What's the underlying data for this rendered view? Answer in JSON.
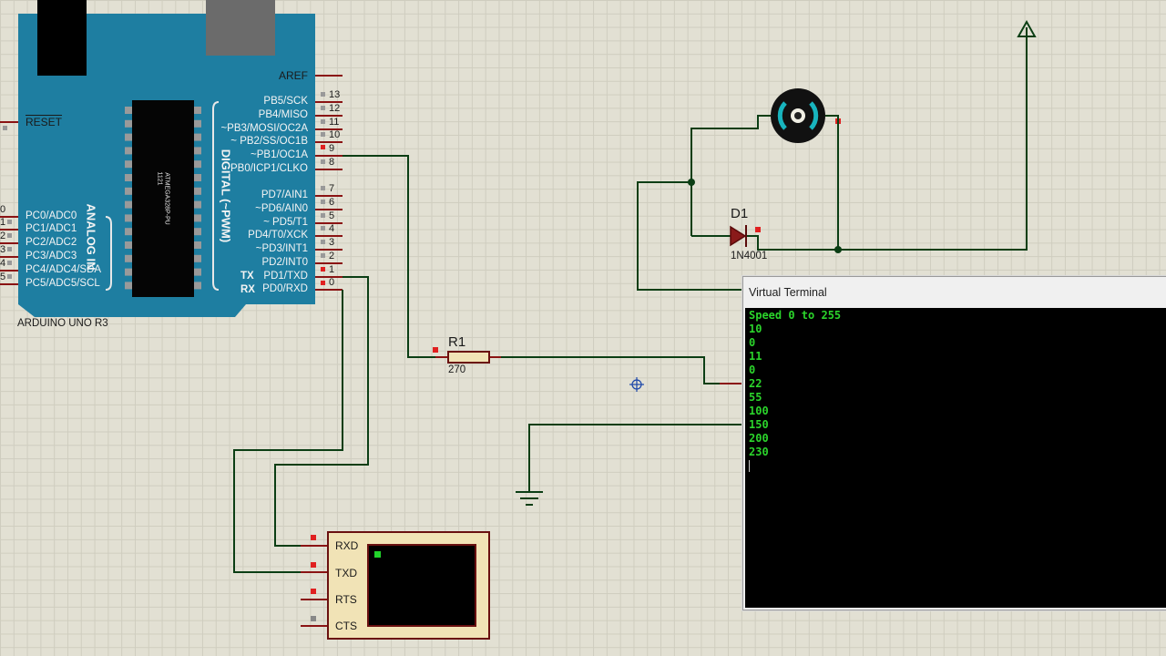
{
  "arduino": {
    "name": "ARDUINO UNO R3",
    "chip": "ATMEGA328P-PU",
    "chip_code": "1121",
    "analog_title": "ANALOG IN",
    "digital_title": "DIGITAL (~PWM)",
    "reset": "RESET",
    "aref": "AREF",
    "right_pins": [
      {
        "label": "PB5/SCK",
        "num": "13"
      },
      {
        "label": "PB4/MISO",
        "num": "12"
      },
      {
        "label": "~PB3/MOSI/OC2A",
        "num": "11"
      },
      {
        "label": "~ PB2/SS/OC1B",
        "num": "10"
      },
      {
        "label": "~PB1/OC1A",
        "num": "9"
      },
      {
        "label": "PB0/ICP1/CLKO",
        "num": "8"
      },
      {
        "label": "PD7/AIN1",
        "num": "7"
      },
      {
        "label": "~PD6/AIN0",
        "num": "6"
      },
      {
        "label": "~ PD5/T1",
        "num": "5"
      },
      {
        "label": "PD4/T0/XCK",
        "num": "4"
      },
      {
        "label": "~PD3/INT1",
        "num": "3"
      },
      {
        "label": "PD2/INT0",
        "num": "2"
      },
      {
        "label": "PD1/TXD",
        "num": "1"
      },
      {
        "label": "PD0/RXD",
        "num": "0"
      }
    ],
    "tx": "TX",
    "rx": "RX",
    "left_pins": [
      {
        "label": "PC0/ADC0",
        "num": "0"
      },
      {
        "label": "PC1/ADC1",
        "num": "1"
      },
      {
        "label": "PC2/ADC2",
        "num": "2"
      },
      {
        "label": "PC3/ADC3",
        "num": "3"
      },
      {
        "label": "PC4/ADC4/SDA",
        "num": "4"
      },
      {
        "label": "PC5/ADC5/SCL",
        "num": "5"
      }
    ]
  },
  "resistor": {
    "ref": "R1",
    "value": "270"
  },
  "diode": {
    "ref": "D1",
    "value": "1N4001"
  },
  "serial_pins": [
    "RXD",
    "TXD",
    "RTS",
    "CTS"
  ],
  "terminal": {
    "title": "Virtual Terminal",
    "lines": [
      "Speed 0 to 255",
      "10",
      "0",
      "11",
      "0",
      "22",
      "55",
      "100",
      "150",
      "200",
      "230"
    ]
  },
  "colors": {
    "board": "#1e7ea1",
    "wire": "#0b3e14",
    "pin": "#8a1313",
    "terminal_text": "#2bd42b",
    "motor_ring": "#18b4be"
  }
}
